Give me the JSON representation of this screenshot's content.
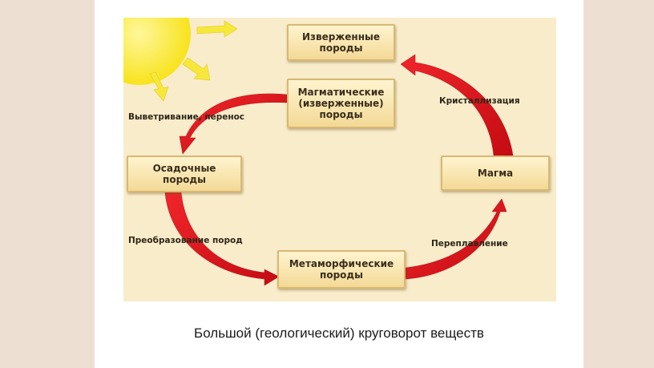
{
  "boxes": {
    "igneous": "Изверженные\nпороды",
    "magmatic": "Магматические\n(изверженные)\nпороды",
    "sedimentary": "Осадочные\nпороды",
    "magma": "Магма",
    "metamorphic": "Метаморфические\nпороды"
  },
  "labels": {
    "weathering": "Выветривание, перенос",
    "crystallization": "Кристаллизация",
    "transformation": "Преобразование пород",
    "remelting": "Переплавление"
  },
  "caption": "Большой (геологический) круговорот веществ",
  "colors": {
    "arrow": "#e0161c",
    "sun": "#fbea2e",
    "ray": "#f6e83a",
    "panel": "#f8eccb"
  }
}
